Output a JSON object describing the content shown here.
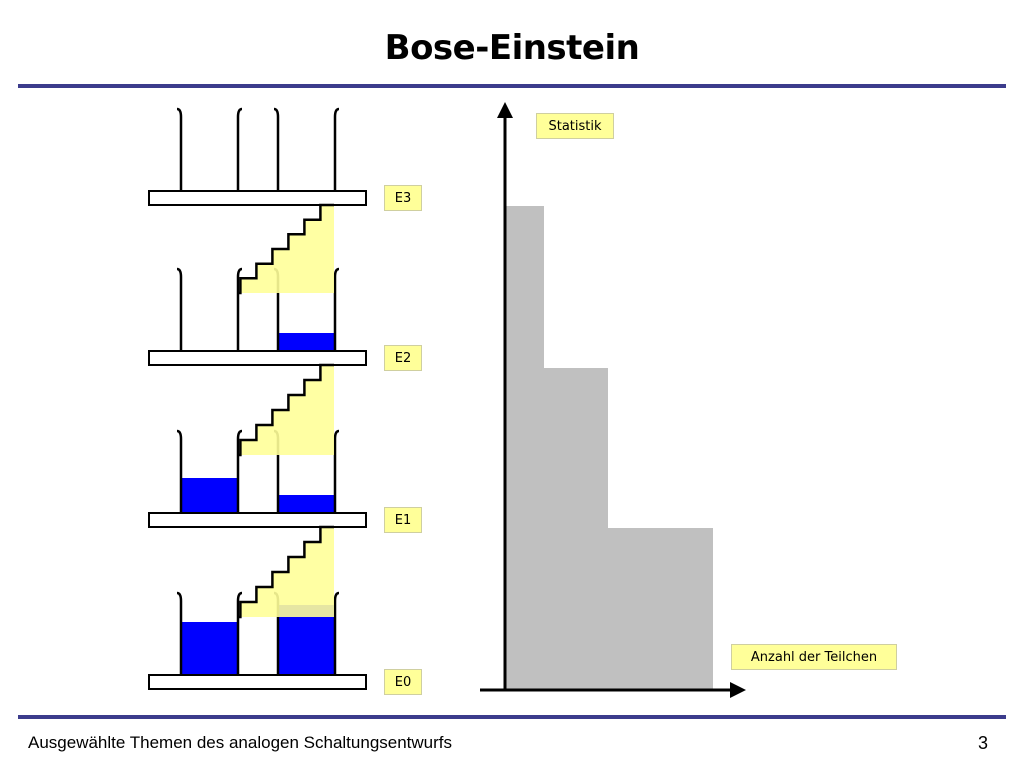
{
  "title": "Bose-Einstein",
  "levels": [
    {
      "label": "E3",
      "fills": [
        0,
        0,
        0
      ]
    },
    {
      "label": "E2",
      "fills": [
        0,
        0,
        0.25
      ]
    },
    {
      "label": "E1",
      "fills": [
        0.5,
        0,
        0.25
      ]
    },
    {
      "label": "E0",
      "fills": [
        0.75,
        0,
        1.0
      ]
    }
  ],
  "chart": {
    "y_label": "Statistik",
    "x_label": "Anzahl der Teilchen"
  },
  "footer": {
    "text": "Ausgewählte Themen des analogen Schaltungsentwurfs",
    "page": "3"
  },
  "colors": {
    "water": "#0000ff",
    "bar": "#c0c0c0",
    "label_bg": "#ffff99",
    "rule": "#3c3c8c"
  }
}
